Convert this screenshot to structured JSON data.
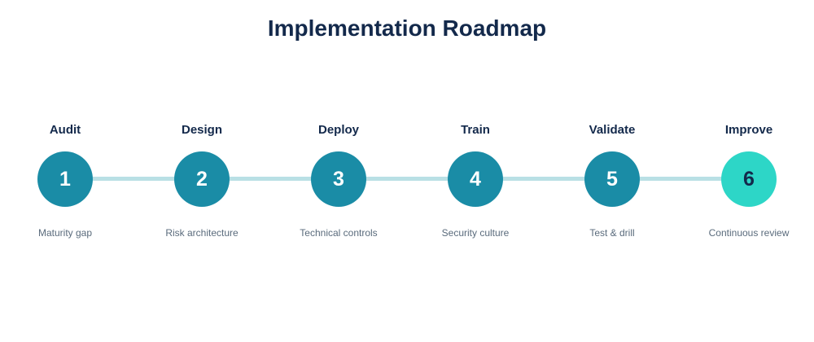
{
  "title": "Implementation Roadmap",
  "colors": {
    "title": "#13294b",
    "step_fill": "#1a8ca6",
    "final_step_fill": "#2dd6c7",
    "final_step_number": "#13294b",
    "connector": "#b9e0e5",
    "description": "#5a6b7c"
  },
  "steps": [
    {
      "number": "1",
      "label": "Audit",
      "description": "Maturity gap"
    },
    {
      "number": "2",
      "label": "Design",
      "description": "Risk architecture"
    },
    {
      "number": "3",
      "label": "Deploy",
      "description": "Technical controls"
    },
    {
      "number": "4",
      "label": "Train",
      "description": "Security culture"
    },
    {
      "number": "5",
      "label": "Validate",
      "description": "Test & drill"
    },
    {
      "number": "6",
      "label": "Improve",
      "description": "Continuous review",
      "highlighted": true
    }
  ]
}
